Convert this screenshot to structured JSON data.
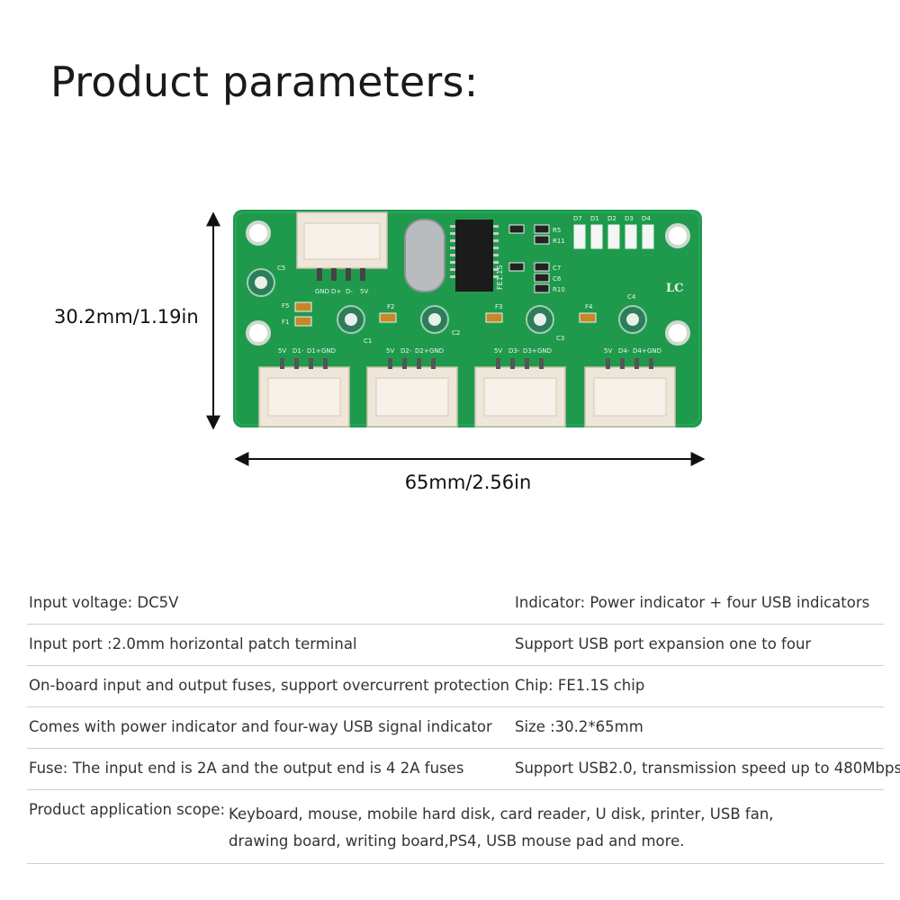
{
  "page": {
    "title": "Product parameters:"
  },
  "figure": {
    "height_label": "30.2mm/1.19in",
    "width_label": "65mm/2.56in",
    "board_text": {
      "top_connector_pins": [
        "GND",
        "D+",
        "D-",
        "5V"
      ],
      "leds": [
        "D7",
        "D1",
        "D2",
        "D3",
        "D4"
      ],
      "resistors": [
        "R5",
        "R11",
        "C7",
        "C6",
        "R10"
      ],
      "capacitors": [
        "C5",
        "C1",
        "C2",
        "C3",
        "C4"
      ],
      "fuses": [
        "F5",
        "F1",
        "F2",
        "F3",
        "F4"
      ],
      "chip_marking": "FE1.1S",
      "logo": "LC",
      "port_pins": [
        [
          "5V",
          "D1-",
          "D1+",
          "GND"
        ],
        [
          "5V",
          "D2-",
          "D2+",
          "GND"
        ],
        [
          "5V",
          "D3-",
          "D3+",
          "GND"
        ],
        [
          "5V",
          "D4-",
          "D4+",
          "GND"
        ]
      ]
    }
  },
  "specs": {
    "rows": [
      {
        "left": "Input voltage: DC5V",
        "right": "Indicator: Power indicator + four USB indicators"
      },
      {
        "left": "Input port :2.0mm horizontal patch terminal",
        "right": "Support USB port expansion one to four"
      },
      {
        "left": "On-board input and output fuses, support overcurrent protection",
        "right": "Chip: FE1.1S chip"
      },
      {
        "left": "Comes with power indicator and four-way USB signal indicator",
        "right": "Size :30.2*65mm"
      },
      {
        "left": "Fuse: The input end is 2A and the output end is 4 2A fuses",
        "right": "Support USB2.0, transmission speed up to 480Mbps"
      }
    ],
    "scope": {
      "label": "Product application scope:",
      "line1": "Keyboard, mouse, mobile hard disk, card reader, U disk, printer, USB fan,",
      "line2": "drawing board, writing board,PS4, USB mouse pad and more."
    }
  },
  "colors": {
    "pcb": "#1f9a4d",
    "pcb_dark": "#147a3a",
    "connector": "#efe6da",
    "silk": "#e8f5ec"
  }
}
